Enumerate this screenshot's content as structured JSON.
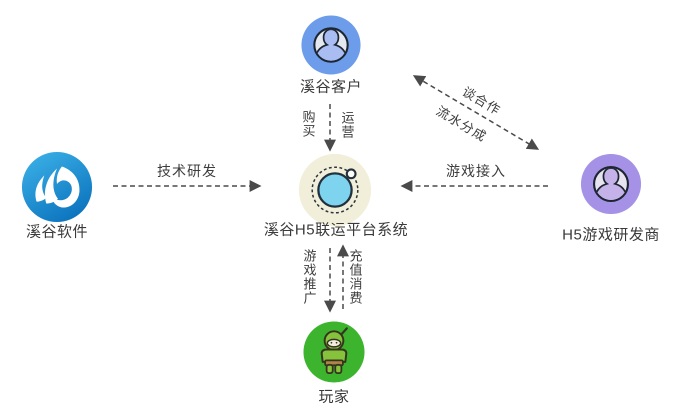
{
  "diagram": {
    "nodes": {
      "software": {
        "label": "溪谷软件",
        "icon": "xigu-logo-icon"
      },
      "customer": {
        "label": "溪谷客户",
        "icon": "avatar-icon"
      },
      "platform": {
        "label": "溪谷H5联运平台系统",
        "icon": "planet-orbit-icon"
      },
      "developer": {
        "label": "H5游戏研发商",
        "icon": "avatar-icon"
      },
      "player": {
        "label": "玩家",
        "icon": "ninja-player-icon"
      }
    },
    "edges": {
      "tech_rd": {
        "label": "技术研发",
        "from": "software",
        "to": "platform",
        "direction": "one-way"
      },
      "buy": {
        "label": "购买",
        "from": "customer",
        "to": "platform",
        "direction": "one-way"
      },
      "operate": {
        "label": "运营",
        "from": "customer",
        "to": "platform",
        "direction": "one-way"
      },
      "cooperate": {
        "label": "谈合作",
        "from": "customer",
        "to": "developer",
        "direction": "two-way"
      },
      "revenue_share": {
        "label": "流水分成",
        "from": "customer",
        "to": "developer",
        "direction": "two-way"
      },
      "game_access": {
        "label": "游戏接入",
        "from": "developer",
        "to": "platform",
        "direction": "one-way"
      },
      "game_promo": {
        "label": "游戏推广",
        "from": "platform",
        "to": "player",
        "direction": "one-way"
      },
      "recharge": {
        "label": "充值消费",
        "from": "player",
        "to": "platform",
        "direction": "one-way"
      }
    },
    "colors": {
      "background": "#ffffff",
      "arrow": "#4a4a4a",
      "label_text": "#3d3d3d",
      "logo_blue_top": "#3eb4e9",
      "logo_blue_bottom": "#0e76c0",
      "customer_bg": "#6d9cea",
      "customer_silhouette": "#a9bdf2",
      "avatar_inner_bg": "#e3e9ee",
      "platform_bg": "#f1efd9",
      "platform_core": "#7ed3ee",
      "developer_bg": "#a591e6",
      "developer_silhouette": "#c5b2e8",
      "player_bg": "#3cb42d",
      "player_suit": "#86c23c",
      "player_belt": "#b08448",
      "outline_dark": "#1c2633"
    }
  }
}
